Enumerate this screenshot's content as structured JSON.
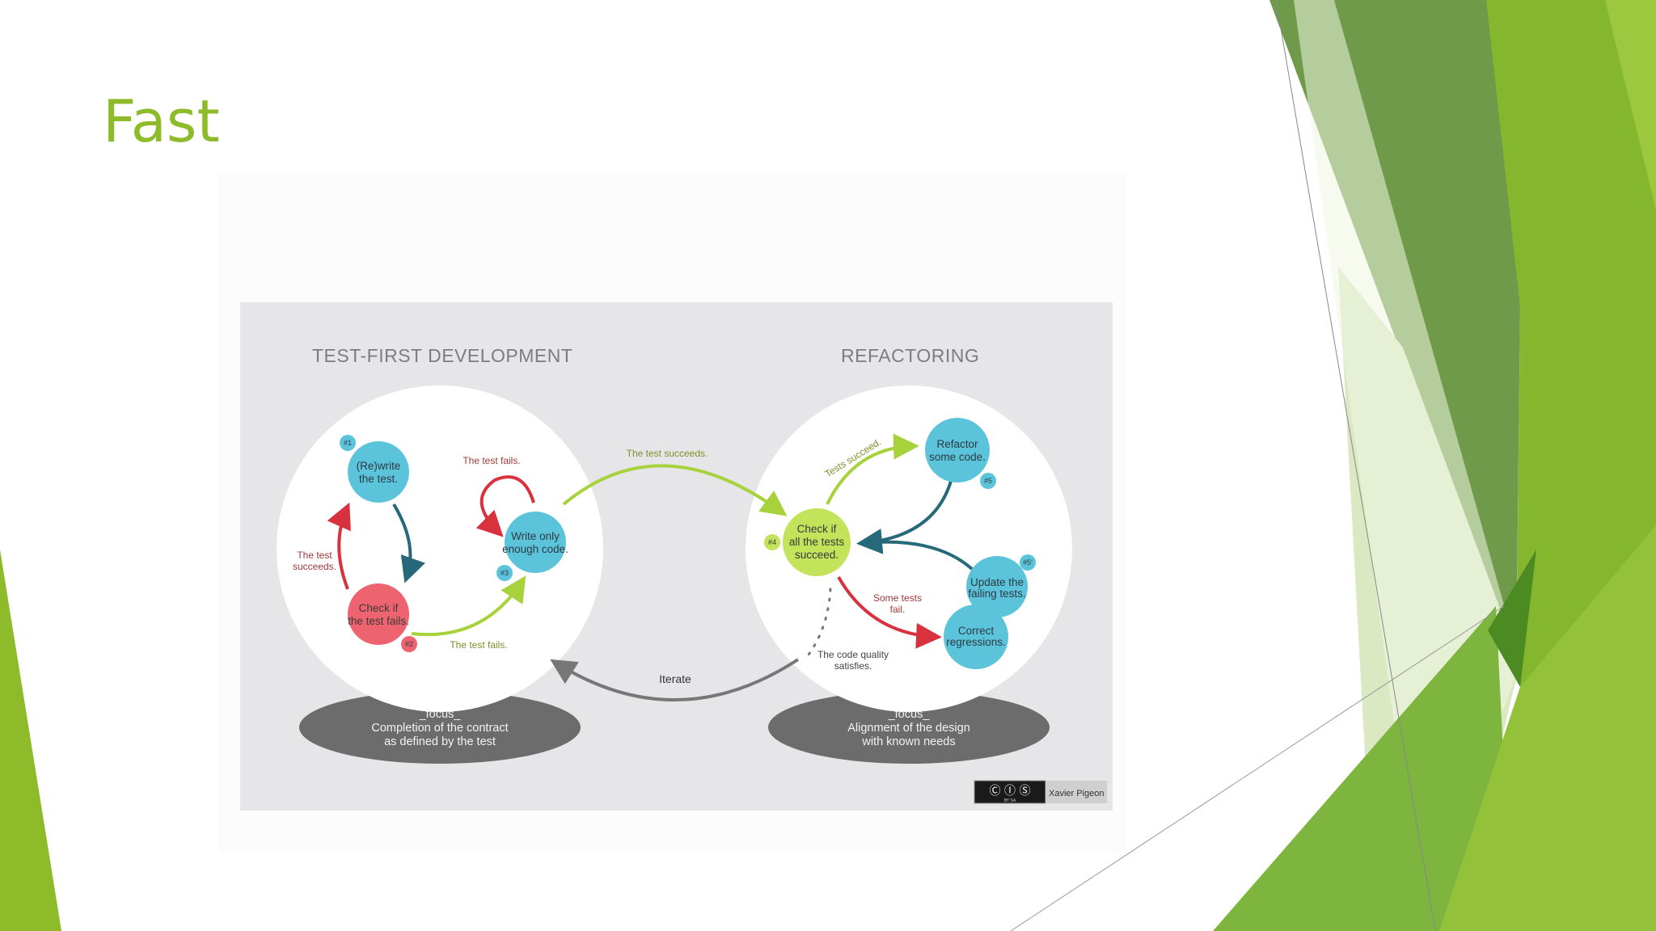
{
  "slide": {
    "title": "Fast",
    "colors": {
      "title": "#8dbb2a",
      "accent_dark": "#6f9a49",
      "accent_mid": "#84b72e",
      "accent_light": "#9cc83f"
    }
  },
  "diagram": {
    "left_section": {
      "title": "TEST-FIRST DEVELOPMENT",
      "focus_label": "_focus_",
      "focus_lines": [
        "Completion of the contract",
        "as defined by the test"
      ],
      "nodes": [
        {
          "badge": "#1",
          "lines": [
            "(Re)write",
            "the test."
          ],
          "color": "#5bc4db"
        },
        {
          "badge": "#2",
          "lines": [
            "Check if",
            "the test fails."
          ],
          "color": "#ee6370"
        },
        {
          "badge": "#3",
          "lines": [
            "Write only",
            "enough code."
          ],
          "color": "#5bc4db"
        }
      ],
      "edge_labels": {
        "test_succeeds": [
          "The test",
          "succeeds."
        ],
        "test_fails_loop": "The test fails.",
        "test_fails_bottom": "The test fails."
      }
    },
    "bridge_label": "The test succeeds.",
    "iterate_label": "Iterate",
    "right_section": {
      "title": "REFACTORING",
      "focus_label": "_focus_",
      "focus_lines": [
        "Alignment of the design",
        "with known needs"
      ],
      "nodes": [
        {
          "badge": "#4",
          "lines": [
            "Check if",
            "all the tests",
            "succeed."
          ],
          "color": "#c2e35a"
        },
        {
          "badge": "#5",
          "lines": [
            "Refactor",
            "some code."
          ],
          "color": "#5bc4db"
        },
        {
          "badge": "#5'",
          "lines": [
            "Update the",
            "failing tests."
          ],
          "color": "#5bc4db"
        },
        {
          "badge": "",
          "lines": [
            "Correct",
            "regressions."
          ],
          "color": "#5bc4db"
        }
      ],
      "edge_labels": {
        "tests_succeed": "Tests succeed.",
        "some_tests_fail": [
          "Some tests",
          "fail."
        ],
        "quality": [
          "The code quality",
          "satisfies."
        ]
      }
    },
    "credit": {
      "license_badge": "cc BY SA",
      "license_top": "Ⓒ Ⓘ Ⓢ",
      "license_sub": "BY    SA",
      "author": "Xavier Pigeon"
    }
  }
}
